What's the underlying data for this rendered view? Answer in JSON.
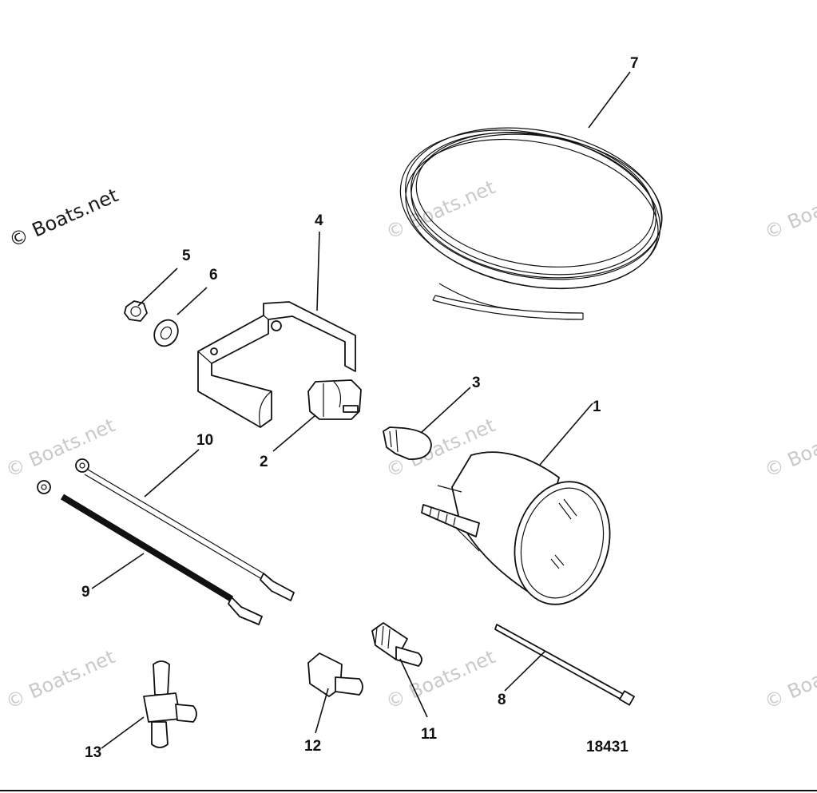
{
  "watermark": {
    "primary": "© Boats.net",
    "faint": "© Boats.net"
  },
  "figure_number": "18431",
  "callouts": [
    {
      "number": "1",
      "part": "gauge"
    },
    {
      "number": "2",
      "part": "lamp-socket"
    },
    {
      "number": "3",
      "part": "bulb"
    },
    {
      "number": "4",
      "part": "mounting-bracket"
    },
    {
      "number": "5",
      "part": "nut"
    },
    {
      "number": "6",
      "part": "lock-washer"
    },
    {
      "number": "7",
      "part": "tubing-coil"
    },
    {
      "number": "8",
      "part": "cable-tie"
    },
    {
      "number": "9",
      "part": "black-wire"
    },
    {
      "number": "10",
      "part": "wire"
    },
    {
      "number": "11",
      "part": "fitting"
    },
    {
      "number": "12",
      "part": "adapter-fitting"
    },
    {
      "number": "13",
      "part": "tee-fitting"
    }
  ]
}
